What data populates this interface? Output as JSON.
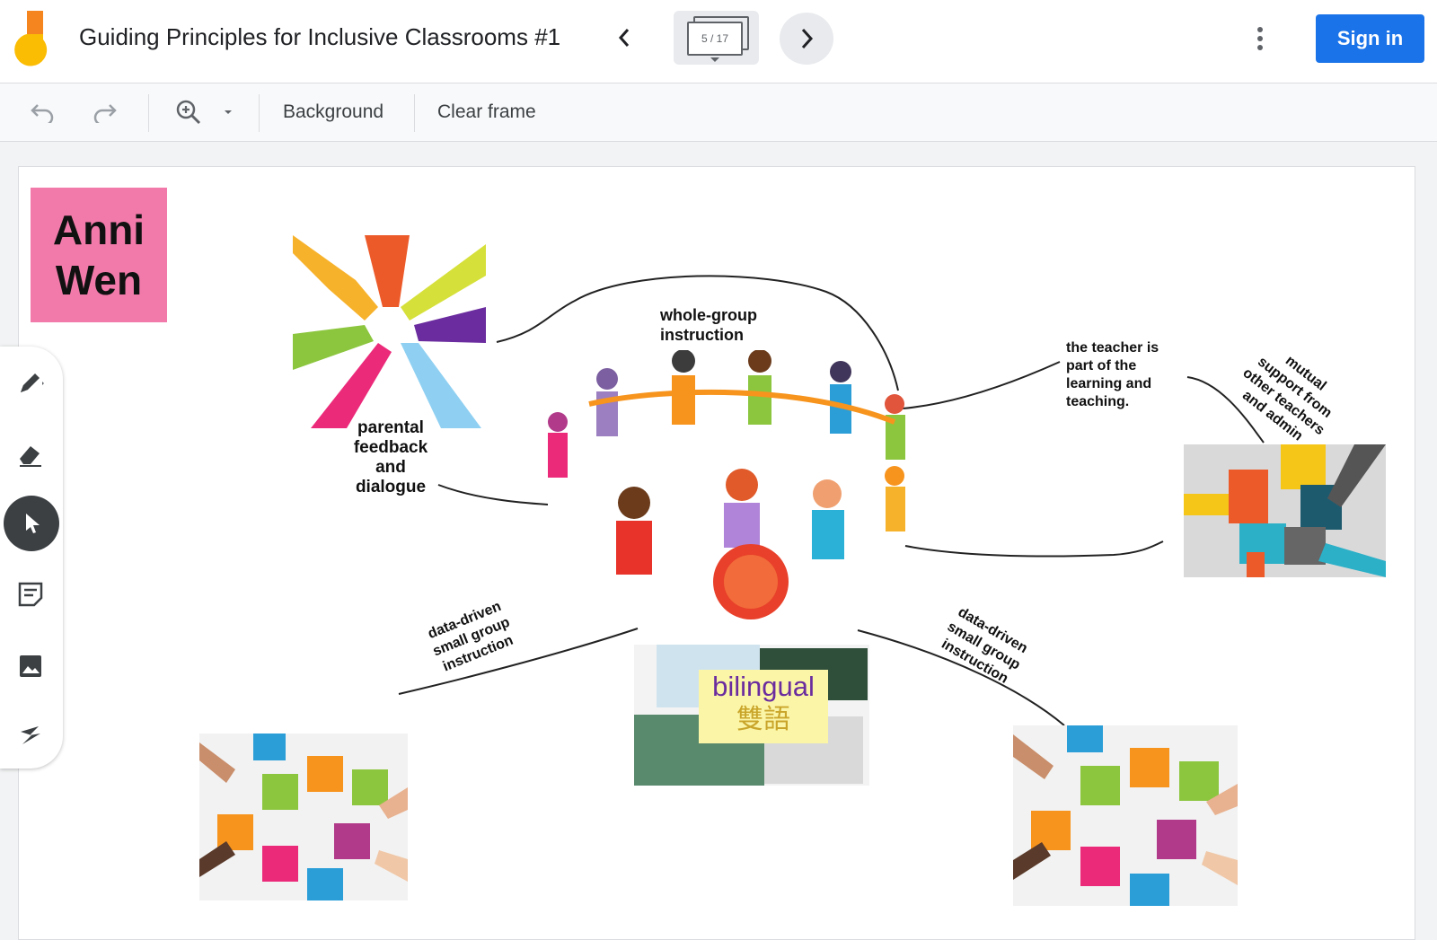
{
  "app": {
    "title": "Guiding Principles for Inclusive Classrooms #1",
    "frame_counter": "5 / 17",
    "signin_label": "Sign in"
  },
  "toolbar": {
    "background_label": "Background",
    "clear_frame_label": "Clear frame"
  },
  "sticky_note": {
    "line1": "Anni",
    "line2": "Wen",
    "color": "#f27aaa"
  },
  "labels": {
    "whole_group": [
      "whole-group",
      "instruction"
    ],
    "parental": [
      "parental",
      "feedback",
      "and",
      "dialogue"
    ],
    "teacher": [
      "the teacher is",
      "part of the",
      "learning and",
      "teaching."
    ],
    "mutual": [
      "mutual",
      "support from",
      "other teachers",
      "and admin"
    ],
    "ddsgi_left": [
      "data-driven",
      "small group",
      "instruction"
    ],
    "ddsgi_right": [
      "data-driven",
      "small group",
      "instruction"
    ],
    "bilingual": "bilingual",
    "bilingual_cjk": "雙語"
  },
  "left_tools": [
    {
      "name": "pen-tool",
      "icon": "pen-icon"
    },
    {
      "name": "eraser-tool",
      "icon": "eraser-icon"
    },
    {
      "name": "select-tool",
      "icon": "pointer-icon",
      "active": true
    },
    {
      "name": "sticky-note-tool",
      "icon": "note-icon"
    },
    {
      "name": "image-tool",
      "icon": "image-icon"
    },
    {
      "name": "laser-tool",
      "icon": "laser-icon"
    }
  ],
  "colors": {
    "accent": "#1a73e8",
    "logo_orange": "#f4851f",
    "logo_yellow": "#fbbc04"
  }
}
